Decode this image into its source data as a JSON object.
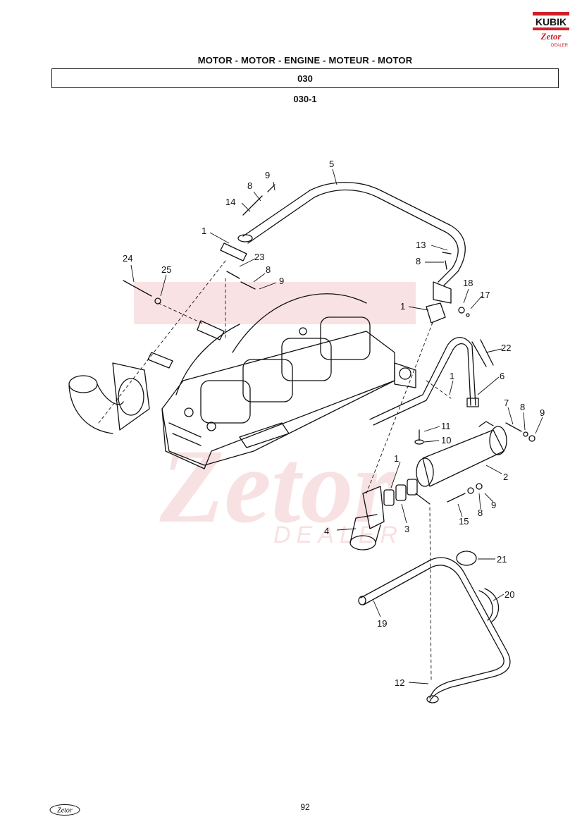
{
  "logo": {
    "brand": "KUBIK",
    "sub": "Zetor",
    "dealer": "DEALER",
    "brand_red": "#d0202a"
  },
  "header": {
    "title": "MOTOR - MOTOR - ENGINE - MOTEUR - MOTOR",
    "group_code": "030",
    "figure_code": "030-1"
  },
  "watermark": {
    "brand": "Zetor",
    "dealer": "DEALER"
  },
  "callouts": [
    {
      "id": "c9a",
      "text": "9"
    },
    {
      "id": "c5",
      "text": "5"
    },
    {
      "id": "c8a",
      "text": "8"
    },
    {
      "id": "c14",
      "text": "14"
    },
    {
      "id": "c1a",
      "text": "1"
    },
    {
      "id": "c24",
      "text": "24"
    },
    {
      "id": "c23",
      "text": "23"
    },
    {
      "id": "c25",
      "text": "25"
    },
    {
      "id": "c8b",
      "text": "8"
    },
    {
      "id": "c9b",
      "text": "9"
    },
    {
      "id": "c13",
      "text": "13"
    },
    {
      "id": "c8c",
      "text": "8"
    },
    {
      "id": "c18",
      "text": "18"
    },
    {
      "id": "c17",
      "text": "17"
    },
    {
      "id": "c1b",
      "text": "1"
    },
    {
      "id": "c22",
      "text": "22"
    },
    {
      "id": "c1c",
      "text": "1"
    },
    {
      "id": "c6",
      "text": "6"
    },
    {
      "id": "c7",
      "text": "7"
    },
    {
      "id": "c8d",
      "text": "8"
    },
    {
      "id": "c9c",
      "text": "9"
    },
    {
      "id": "c11",
      "text": "11"
    },
    {
      "id": "c10",
      "text": "10"
    },
    {
      "id": "c1d",
      "text": "1"
    },
    {
      "id": "c2",
      "text": "2"
    },
    {
      "id": "c15",
      "text": "15"
    },
    {
      "id": "c8e",
      "text": "8"
    },
    {
      "id": "c9d",
      "text": "9"
    },
    {
      "id": "c4",
      "text": "4"
    },
    {
      "id": "c3",
      "text": "3"
    },
    {
      "id": "c21",
      "text": "21"
    },
    {
      "id": "c20",
      "text": "20"
    },
    {
      "id": "c19",
      "text": "19"
    },
    {
      "id": "c12",
      "text": "12"
    }
  ],
  "footer": {
    "page_number": "92",
    "logo_text": "Zetor"
  }
}
